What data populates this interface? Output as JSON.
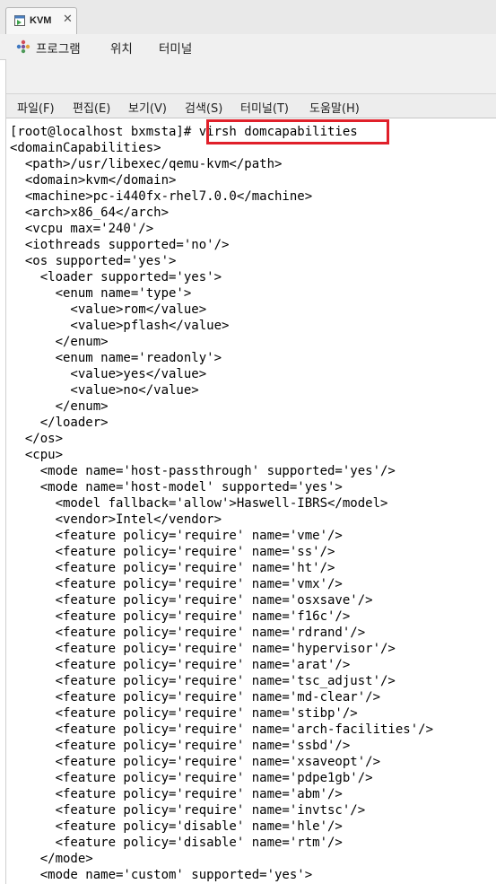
{
  "window": {
    "tab_label": "KVM",
    "tab_close": "✕"
  },
  "app_menu": {
    "items": [
      "프로그램",
      "위치",
      "터미널"
    ]
  },
  "terminal_menu": {
    "items": [
      "파일(F)",
      "편집(E)",
      "보기(V)",
      "검색(S)",
      "터미널(T)",
      "도움말(H)"
    ]
  },
  "terminal": {
    "prompt": "[root@localhost bxmsta]# ",
    "command": "virsh domcapabilities",
    "lines": [
      "<domainCapabilities>",
      "  <path>/usr/libexec/qemu-kvm</path>",
      "  <domain>kvm</domain>",
      "  <machine>pc-i440fx-rhel7.0.0</machine>",
      "  <arch>x86_64</arch>",
      "  <vcpu max='240'/>",
      "  <iothreads supported='no'/>",
      "  <os supported='yes'>",
      "    <loader supported='yes'>",
      "      <enum name='type'>",
      "        <value>rom</value>",
      "        <value>pflash</value>",
      "      </enum>",
      "      <enum name='readonly'>",
      "        <value>yes</value>",
      "        <value>no</value>",
      "      </enum>",
      "    </loader>",
      "  </os>",
      "  <cpu>",
      "    <mode name='host-passthrough' supported='yes'/>",
      "    <mode name='host-model' supported='yes'>",
      "      <model fallback='allow'>Haswell-IBRS</model>",
      "      <vendor>Intel</vendor>",
      "      <feature policy='require' name='vme'/>",
      "      <feature policy='require' name='ss'/>",
      "      <feature policy='require' name='ht'/>",
      "      <feature policy='require' name='vmx'/>",
      "      <feature policy='require' name='osxsave'/>",
      "      <feature policy='require' name='f16c'/>",
      "      <feature policy='require' name='rdrand'/>",
      "      <feature policy='require' name='hypervisor'/>",
      "      <feature policy='require' name='arat'/>",
      "      <feature policy='require' name='tsc_adjust'/>",
      "      <feature policy='require' name='md-clear'/>",
      "      <feature policy='require' name='stibp'/>",
      "      <feature policy='require' name='arch-facilities'/>",
      "      <feature policy='require' name='ssbd'/>",
      "      <feature policy='require' name='xsaveopt'/>",
      "      <feature policy='require' name='pdpe1gb'/>",
      "      <feature policy='require' name='abm'/>",
      "      <feature policy='require' name='invtsc'/>",
      "      <feature policy='disable' name='hle'/>",
      "      <feature policy='disable' name='rtm'/>",
      "    </mode>",
      "    <mode name='custom' supported='yes'>"
    ]
  },
  "colors": {
    "highlight_border": "#e0202a",
    "terminal_bg": "#ffffff",
    "terminal_text": "#000000"
  },
  "icons": {
    "tab_icon": "terminal-window-icon",
    "apps_icon": "applications-icon"
  }
}
